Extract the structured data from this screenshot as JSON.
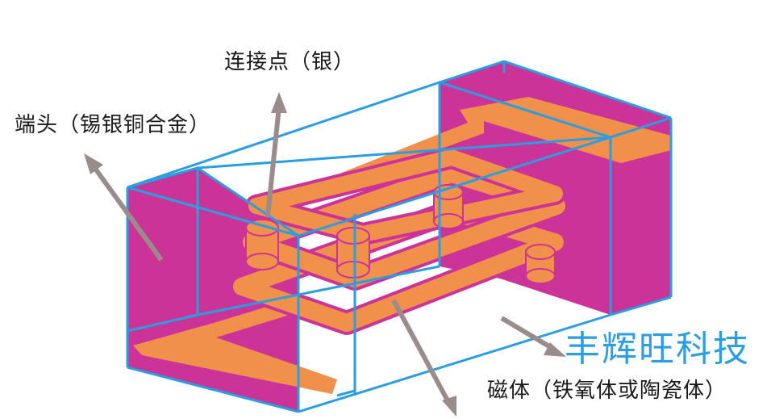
{
  "labels": {
    "contact_point": "连接点（银）",
    "terminal": "端头（锡银铜合金）",
    "magnetic_core": "磁体（铁氧体或陶瓷体）"
  },
  "watermark": "丰辉旺科技",
  "colors": {
    "terminal_fill": "#cc3399",
    "conductor_fill": "#f0904a",
    "edge_stroke": "#2a9ee0",
    "arrow": "#9b8c8c",
    "watermark": "#2a9ee0"
  }
}
